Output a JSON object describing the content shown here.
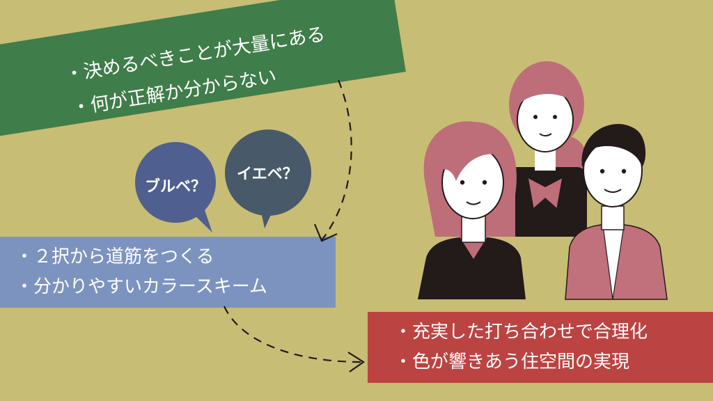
{
  "banner_top": {
    "lines": [
      "・決めるべきことが大量にある",
      "・何が正解か分からない"
    ],
    "color": "#3f7d4a"
  },
  "bubbles": [
    {
      "label": "ブルベ？",
      "color": "#4f5f8f"
    },
    {
      "label": "イエベ？",
      "color": "#485a69"
    }
  ],
  "banner_middle": {
    "lines": [
      "・２択から道筋をつくる",
      "・分かりやすいカラースキーム"
    ],
    "color": "#7d93bf"
  },
  "banner_bottom": {
    "lines": [
      "・充実した打ち合わせで合理化",
      "・色が響きあう住空間の実現"
    ],
    "color": "#bb4341"
  },
  "background_color": "#c8bd74",
  "illustration": {
    "people": [
      "woman-long-hair-icon",
      "older-woman-scarf-icon",
      "young-man-jacket-icon"
    ],
    "colors": {
      "hair_pink": "#be6e78",
      "dark": "#231a1a",
      "skin": "#ffffff",
      "jacket_pink": "#c0717b"
    }
  }
}
